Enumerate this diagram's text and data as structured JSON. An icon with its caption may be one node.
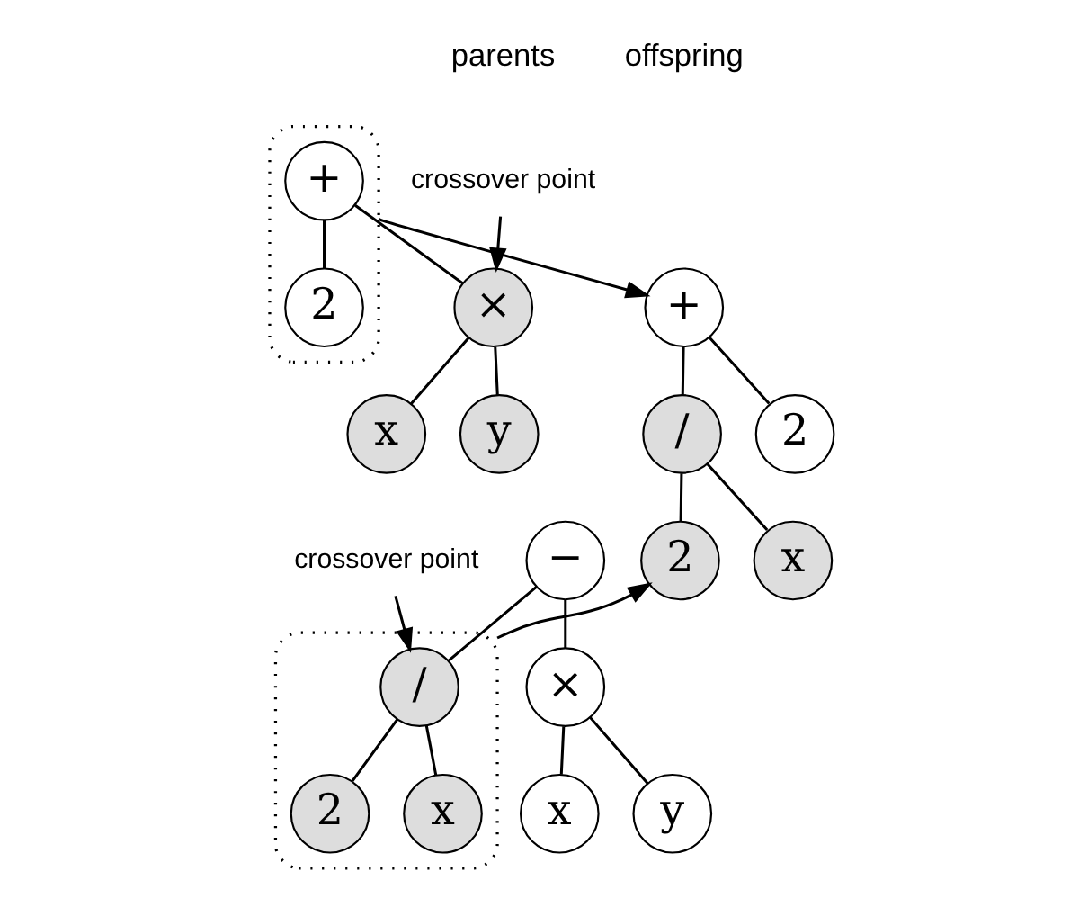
{
  "diagram": {
    "nodes": [
      {
        "text": [],
        "shape": "box"
      },
      {
        "text": [
          "+"
        ],
        "in": 0
      },
      {
        "text": [
          "crossover point"
        ]
      },
      {
        "text": [
          "×"
        ]
      },
      {
        "text": [
          "2"
        ],
        "in": 0
      },
      {
        "text": [
          "x"
        ]
      },
      {
        "text": [
          "y"
        ]
      },
      {
        "text": [
          "+"
        ]
      },
      {
        "text": [
          "/"
        ]
      },
      {
        "text": [
          "2"
        ]
      },
      {
        "text": [
          "2"
        ]
      },
      {
        "text": [
          "x"
        ]
      },
      {
        "text": [
          "crossover point"
        ]
      },
      {
        "text": [
          "−"
        ]
      },
      {
        "text": [
          "×"
        ]
      },
      {
        "text": [],
        "shape": "box"
      },
      {
        "text": [
          "/"
        ],
        "in": 15
      },
      {
        "text": [
          "x"
        ]
      },
      {
        "text": [
          "y"
        ]
      },
      {
        "text": [
          "2"
        ],
        "in": 15
      },
      {
        "text": [
          "x"
        ],
        "in": 15
      }
    ],
    "edges": [
      {
        "from": 1,
        "to": 3,
        "arrow": "none"
      },
      {
        "from": 1,
        "to": 4,
        "arrow": "none"
      },
      {
        "from": 2,
        "to": 3,
        "arrow": "to"
      },
      {
        "from": 3,
        "to": 5,
        "arrow": "none"
      },
      {
        "from": 3,
        "to": 6,
        "arrow": "none"
      },
      {
        "from": 0,
        "to": 7,
        "arrow": "to"
      },
      {
        "from": 7,
        "to": 8,
        "arrow": "none"
      },
      {
        "from": 7,
        "to": 9,
        "arrow": "none"
      },
      {
        "from": 8,
        "to": 10,
        "arrow": "none"
      },
      {
        "from": 8,
        "to": 11,
        "arrow": "none"
      },
      {
        "from": 12,
        "to": 16,
        "arrow": "to"
      },
      {
        "from": 13,
        "to": 14,
        "arrow": "none"
      },
      {
        "from": 13,
        "to": 16,
        "arrow": "none"
      },
      {
        "from": 14,
        "to": 17,
        "arrow": "none"
      },
      {
        "from": 14,
        "to": 18,
        "arrow": "none"
      },
      {
        "from": 16,
        "to": 19,
        "arrow": "none"
      },
      {
        "from": 16,
        "to": 20,
        "arrow": "none"
      },
      {
        "from": 15,
        "to": 10,
        "arrow": "to"
      }
    ],
    "labels": [
      "parents",
      "offspring"
    ]
  }
}
